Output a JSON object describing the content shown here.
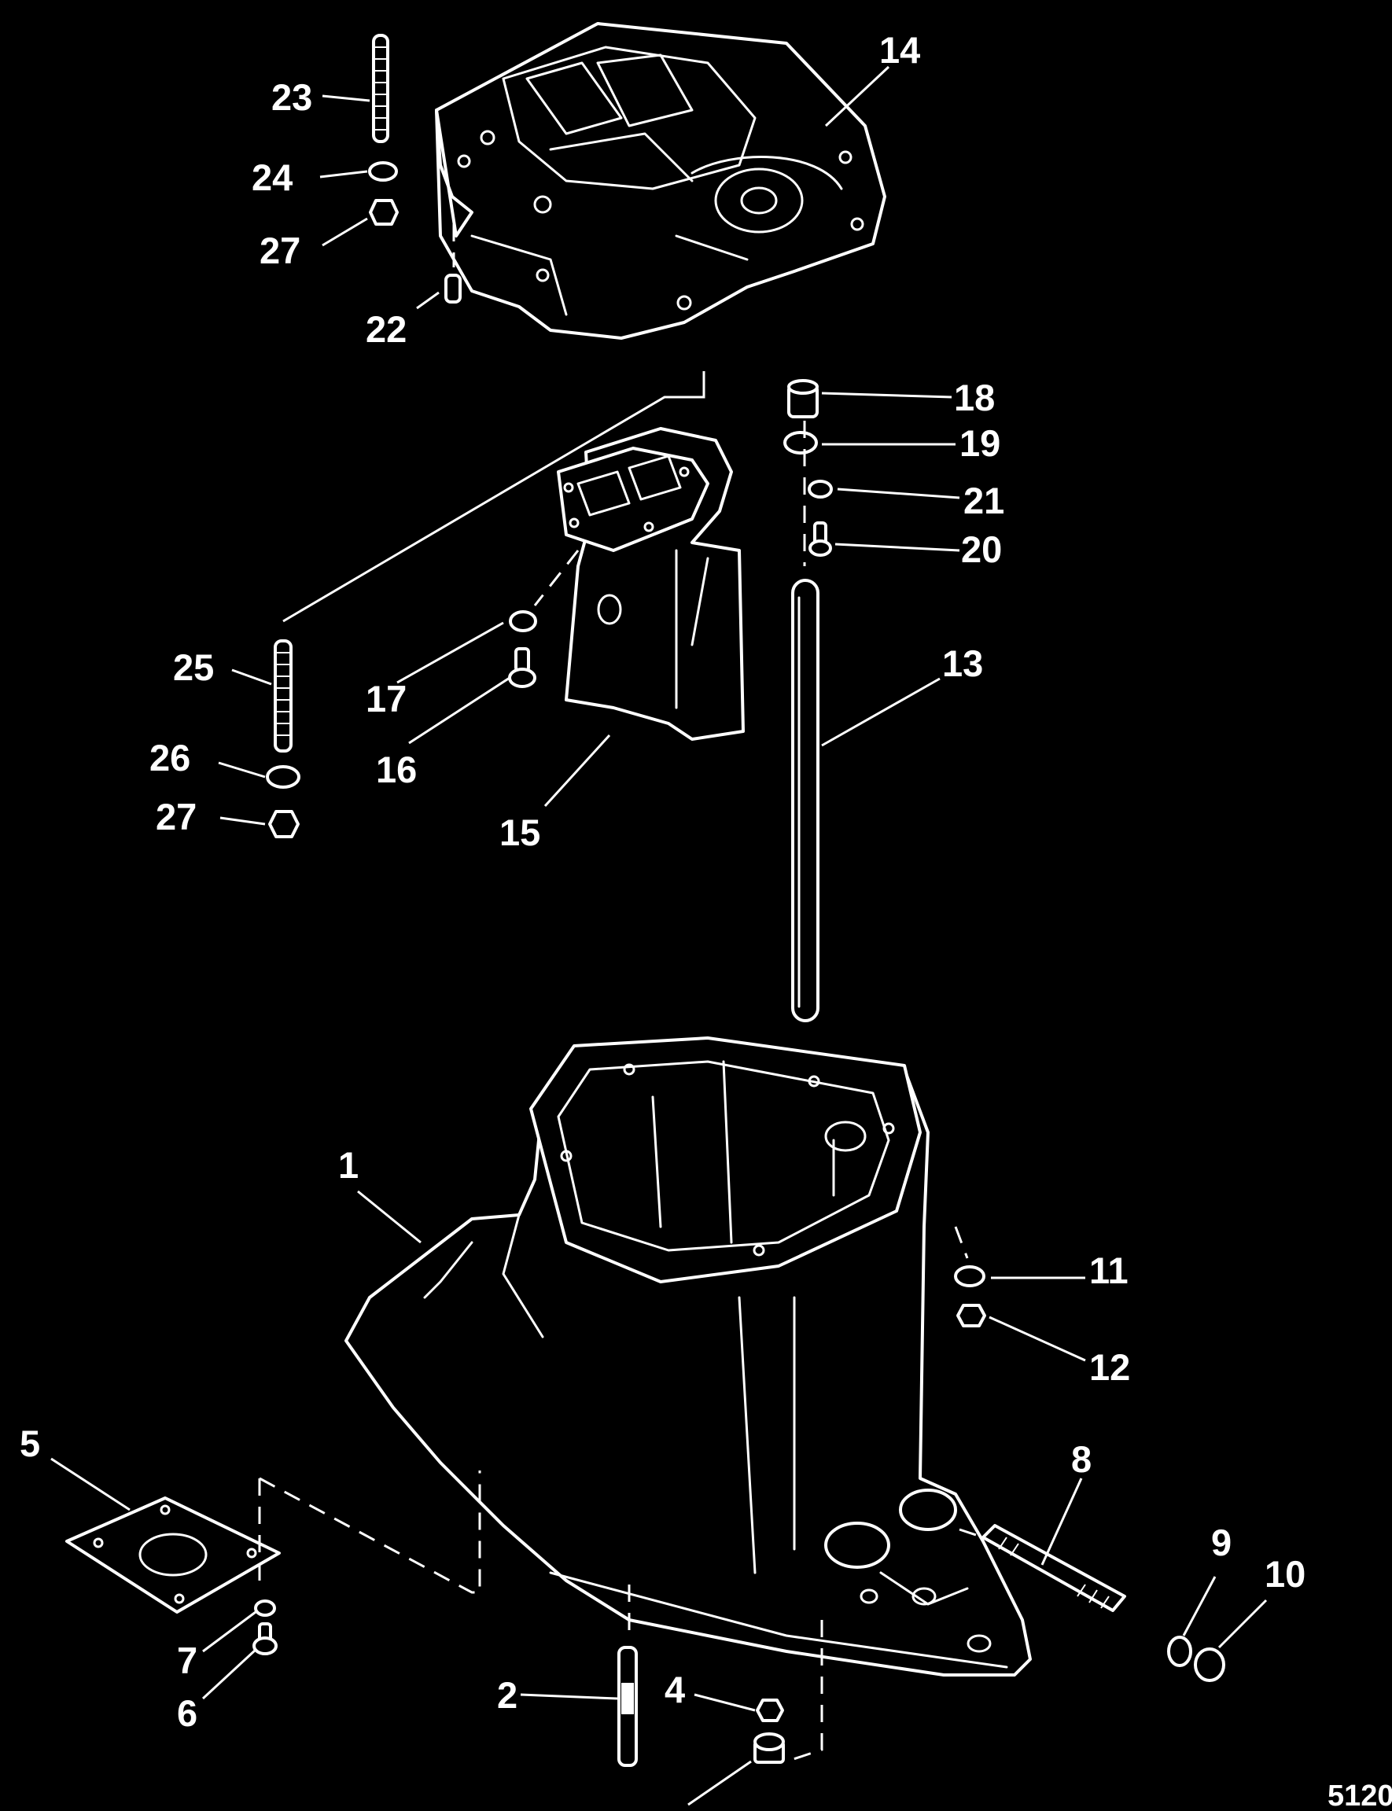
{
  "figure_number": "5120",
  "callouts": [
    {
      "id": "c1",
      "label": "1"
    },
    {
      "id": "c2",
      "label": "2"
    },
    {
      "id": "c4",
      "label": "4"
    },
    {
      "id": "c5",
      "label": "5"
    },
    {
      "id": "c6",
      "label": "6"
    },
    {
      "id": "c7",
      "label": "7"
    },
    {
      "id": "c8",
      "label": "8"
    },
    {
      "id": "c9",
      "label": "9"
    },
    {
      "id": "c10",
      "label": "10"
    },
    {
      "id": "c11",
      "label": "11"
    },
    {
      "id": "c12",
      "label": "12"
    },
    {
      "id": "c13",
      "label": "13"
    },
    {
      "id": "c14",
      "label": "14"
    },
    {
      "id": "c15",
      "label": "15"
    },
    {
      "id": "c16",
      "label": "16"
    },
    {
      "id": "c17",
      "label": "17"
    },
    {
      "id": "c18",
      "label": "18"
    },
    {
      "id": "c19",
      "label": "19"
    },
    {
      "id": "c20",
      "label": "20"
    },
    {
      "id": "c21",
      "label": "21"
    },
    {
      "id": "c22",
      "label": "22"
    },
    {
      "id": "c23",
      "label": "23"
    },
    {
      "id": "c24",
      "label": "24"
    },
    {
      "id": "c25",
      "label": "25"
    },
    {
      "id": "c26",
      "label": "26"
    },
    {
      "id": "c27a",
      "label": "27"
    },
    {
      "id": "c27b",
      "label": "27"
    }
  ],
  "colors": {
    "background": "#000000",
    "linework": "#ffffff"
  }
}
